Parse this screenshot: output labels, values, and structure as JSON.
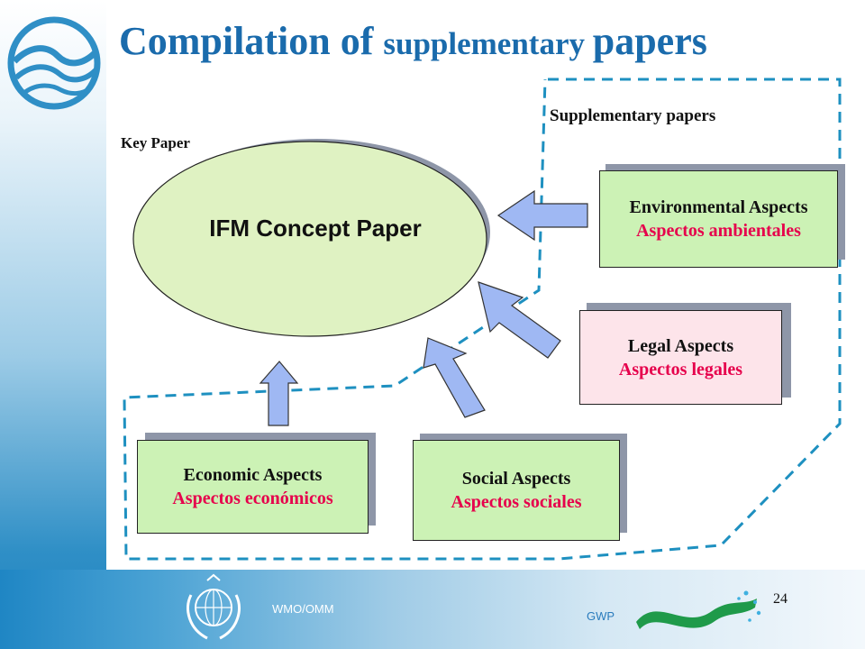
{
  "colors": {
    "title": "#1a6bac",
    "dashed_region": "#1e90c0",
    "arrow_fill": "#9fb8f3",
    "ellipse_fill": "#dff2c2",
    "green_box": "#ccf2b5",
    "pink_box": "#fde4ea",
    "spanish_text": "#e6004c"
  },
  "main": {
    "title": {
      "part1": "Compilation of ",
      "part2": "supplementary ",
      "part3": "papers"
    },
    "key_paper_label": "Key Paper",
    "supplementary_label": "Supplementary papers",
    "concept_paper": "IFM Concept Paper",
    "boxes": {
      "environmental": {
        "en": "Environmental Aspects",
        "es": "Aspectos ambientales"
      },
      "legal": {
        "en": "Legal Aspects",
        "es": "Aspectos legales"
      },
      "economic": {
        "en": "Economic Aspects",
        "es": "Aspectos económicos"
      },
      "social": {
        "en": "Social Aspects",
        "es": "Aspectos sociales"
      }
    }
  },
  "footer": {
    "page_number": "24",
    "wmo": "WMO/OMM",
    "gwp": "GWP",
    "logos": [
      "wave-logo",
      "un-wreath-emblem",
      "gwp-wave-logo"
    ]
  }
}
